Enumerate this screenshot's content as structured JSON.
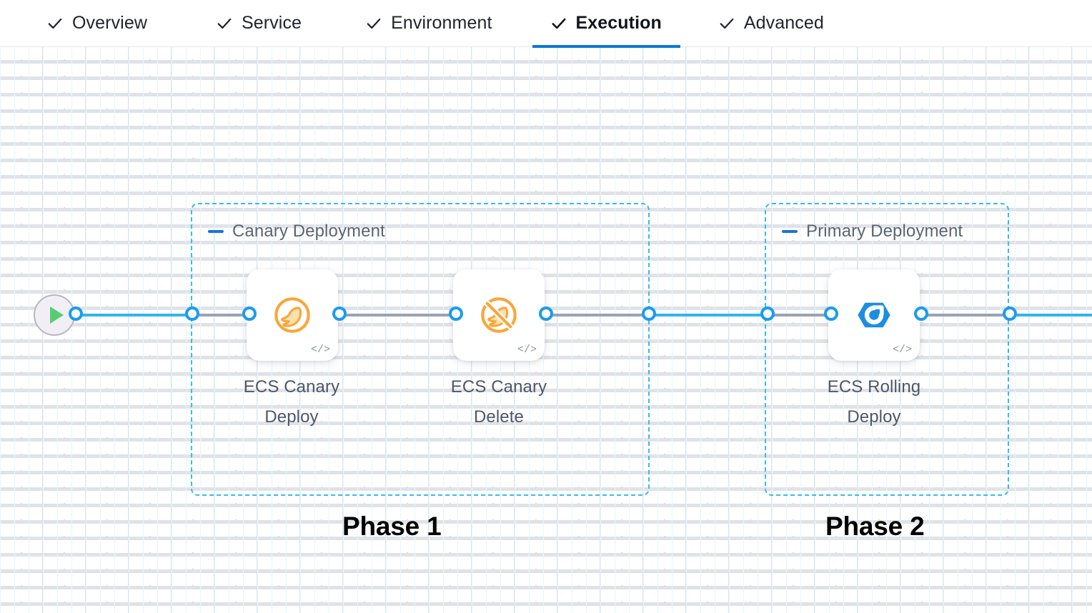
{
  "tabs": [
    {
      "label": "Overview",
      "icon": "check-icon",
      "active": false
    },
    {
      "label": "Service",
      "icon": "check-icon",
      "active": false
    },
    {
      "label": "Environment",
      "icon": "check-icon",
      "active": false
    },
    {
      "label": "Execution",
      "icon": "check-icon",
      "active": true
    },
    {
      "label": "Advanced",
      "icon": "check-icon",
      "active": false
    }
  ],
  "canvas": {
    "start_node": {
      "name": "pipeline-start",
      "icon": "play-icon"
    },
    "groups": [
      {
        "title": "Canary Deployment",
        "collapse_icon": "minus-icon",
        "phase_caption": "Phase 1"
      },
      {
        "title": "Primary Deployment",
        "collapse_icon": "minus-icon",
        "phase_caption": "Phase 2"
      }
    ],
    "nodes": [
      {
        "label": "ECS Canary\nDeploy",
        "icon": "canary-bird-icon",
        "badge": "</>"
      },
      {
        "label": "ECS Canary\nDelete",
        "icon": "canary-bird-slash-icon",
        "badge": "</>"
      },
      {
        "label": "ECS Rolling\nDeploy",
        "icon": "rolling-deploy-hex-icon",
        "badge": "</>"
      }
    ]
  },
  "colors": {
    "accent_blue": "#0b7ad1",
    "edge_blue": "#33b5f0",
    "group_border": "#34bdf2",
    "canary_orange": "#f9a638",
    "rolling_blue": "#1b8ee0",
    "play_green": "#58cc73",
    "edge_dashed_gray": "#9aa3b5"
  }
}
